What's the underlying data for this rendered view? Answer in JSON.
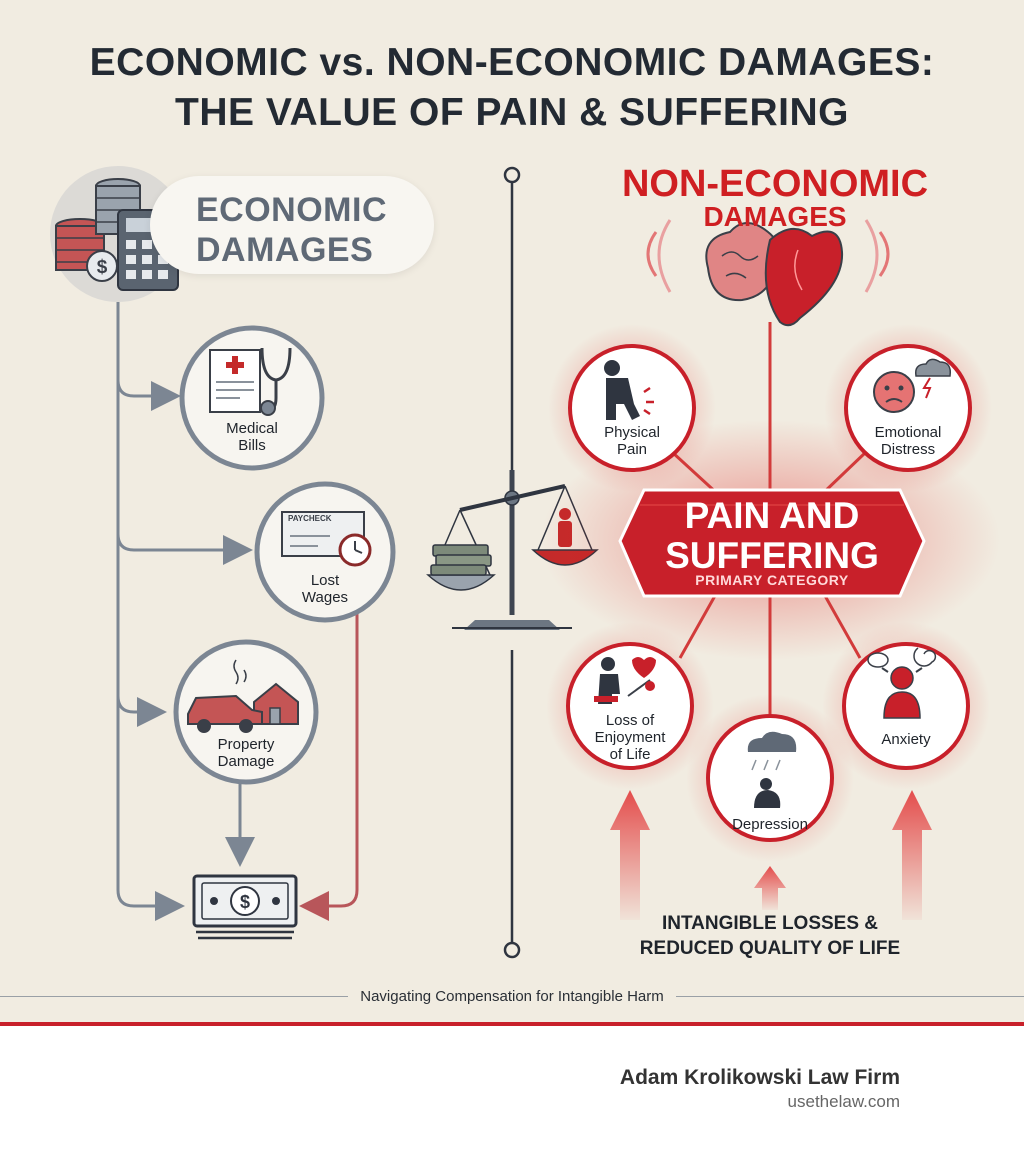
{
  "title": {
    "line1": "ECONOMIC vs. NON-ECONOMIC DAMAGES:",
    "line2": "THE VALUE OF PAIN & SUFFERING"
  },
  "economic": {
    "heading_line1": "ECONOMIC",
    "heading_line2": "DAMAGES",
    "items": [
      {
        "line1": "Medical",
        "line2": "Bills"
      },
      {
        "line1": "Lost",
        "line2": "Wages"
      },
      {
        "line1": "Property",
        "line2": "Damage"
      }
    ],
    "paycheck_label": "PAYCHECK"
  },
  "non_economic": {
    "heading_line1": "NON-ECONOMIC",
    "heading_line2": "DAMAGES",
    "center": {
      "line1": "PAIN AND",
      "line2": "SUFFERING",
      "subtitle": "PRIMARY CATEGORY"
    },
    "items": [
      {
        "line1": "Physical",
        "line2": "Pain"
      },
      {
        "line1": "Emotional",
        "line2": "Distress"
      },
      {
        "line1": "Loss of",
        "line2": "Enjoyment",
        "line3": "of Life"
      },
      {
        "line1": "Depression"
      },
      {
        "line1": "Anxiety"
      }
    ],
    "bottom_line1": "INTANGIBLE LOSSES &",
    "bottom_line2": "REDUCED QUALITY OF LIFE"
  },
  "caption": "Navigating Compensation for Intangible Harm",
  "footer": {
    "firm_name": "Adam Krolikowski Law Firm",
    "website": "usethelaw.com"
  },
  "colors": {
    "accent_red": "#cf1f22",
    "slate": "#5f6976",
    "background": "#f1ece1"
  }
}
